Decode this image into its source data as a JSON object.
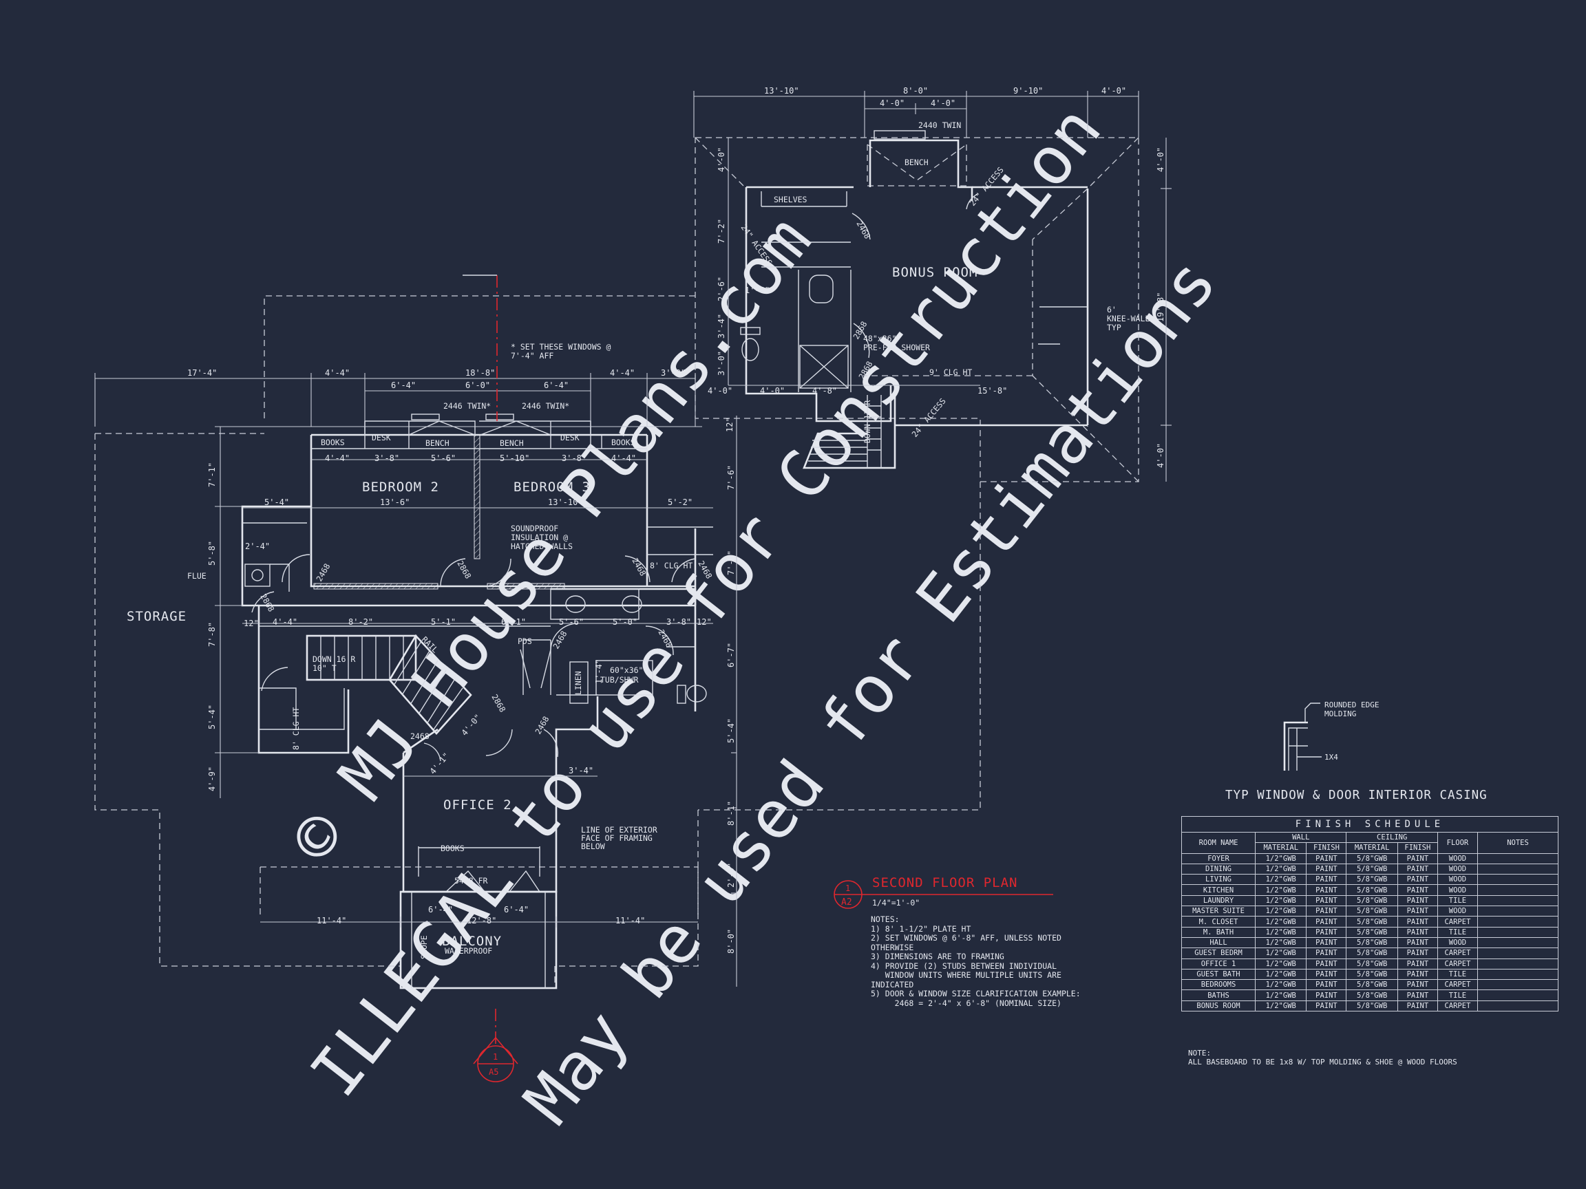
{
  "rooms": {
    "bonus_room": "BONUS ROOM",
    "bedroom2": "BEDROOM 2",
    "bedroom3": "BEDROOM 3",
    "storage": "STORAGE",
    "office2": "OFFICE 2",
    "balcony": "BALCONY",
    "balcony_sub": "WATERPROOF"
  },
  "labels": {
    "shelves": "SHELVES",
    "bench": "BENCH",
    "books": "BOOKS",
    "desk": "DESK",
    "flue": "FLUE",
    "rail": "RAIL",
    "pds": "PDS",
    "linen": "LINEN",
    "slope": "SLOPE",
    "window_note": "* SET THESE WINDOWS @",
    "window_note2": "7'-4\" AFF",
    "twin_2440": "2440 TWIN",
    "twin_2446_a": "2446 TWIN*",
    "twin_2446_b": "2446 TWIN*",
    "soundproof1": "SOUNDPROOF",
    "soundproof2": "INSULATION @",
    "soundproof3": "HATCHED WALLS",
    "shower1": "48\"x36\"",
    "shower2": "PRE-FAB SHOWER",
    "clg9": "9' CLG HT",
    "clg8": "8' CLG HT",
    "clg8b": "8' CLG HT",
    "tub1": "60\"x36\"",
    "tub2": "TUB/SHWR",
    "knee1": "6'",
    "knee2": "KNEE-WALL,",
    "knee3": "TYP",
    "access_a": "24\" ACCESS",
    "access_b": "24\" ACCESS",
    "access_c": "24\" ACCESS",
    "down_a": "DOWN 11 R",
    "down_b": "DOWN 16 R",
    "down_b2": "10\" T",
    "ext1": "LINE OF EXTERIOR",
    "ext2": "FACE OF FRAMING",
    "ext3": "BELOW",
    "fr5468": "5468 FR"
  },
  "doors": [
    "2468",
    "2868",
    "2868",
    "2868",
    "2468",
    "2468",
    "2868",
    "2468",
    "2468",
    "2468",
    "2468",
    "2868",
    "2468"
  ],
  "dims": {
    "top": [
      "13'-10\"",
      "8'-0\"",
      "4'-0\"",
      "4'-0\"",
      "9'-10\"",
      "4'-0\""
    ],
    "mid": [
      "17'-4\"",
      "4'-4\"",
      "18'-8\"",
      "6'-4\"",
      "6'-0\"",
      "6'-4\"",
      "4'-4\"",
      "3'-8\""
    ],
    "row2": [
      "4'-4\"",
      "3'-8\"",
      "5'-6\"",
      "5'-10\"",
      "3'-8\"",
      "4'-4\""
    ],
    "bed": [
      "13'-6\"",
      "13'-10\"",
      "5'-4\"",
      "5'-2\""
    ],
    "hall": [
      "12\"",
      "8'-2\"",
      "5'-1\"",
      "6'-1\"",
      "5'-6\"",
      "5'-0\"",
      "3'-8\"",
      "12\""
    ],
    "left": [
      "7'-1\"",
      "5'-8\"",
      "7'-8\"",
      "5'-4\"",
      "4'-9\""
    ],
    "right": [
      "7'-6\"",
      "7'-6\"",
      "6'-7\"",
      "5'-4\"",
      "8'-1\"",
      "2'-0\"",
      "8'-0\""
    ],
    "bonus_left": [
      "4'-0\"",
      "7'-2\"",
      "2'-6\"",
      "3'-4\"",
      "3'-0\""
    ],
    "bonus_right": [
      "4'-0\"",
      "19'-8\"",
      "4'-0\""
    ],
    "bonus_bottom": [
      "4'-0\"",
      "4'-0\"",
      "4'-8\"",
      "15'-8\""
    ],
    "bottom": [
      "11'-4\"",
      "12'-8\"",
      "11'-4\""
    ],
    "misc": [
      "2'-4\"",
      "1'-4\"",
      "4'-0\"",
      "4'-1\"",
      "3'-4\"",
      "6'-4\"",
      "6'-4\"",
      "4'-4\"",
      "1'-4\"",
      "12\""
    ]
  },
  "plan_title": {
    "number": "1",
    "sheet": "A2",
    "title": "SECOND FLOOR PLAN",
    "scale": "1/4\"=1'-0\""
  },
  "section_marker": {
    "number": "1",
    "sheet": "A5"
  },
  "notes": [
    "NOTES:",
    "1) 8' 1-1/2\" PLATE HT",
    "2) SET WINDOWS @ 6'-8\" AFF, UNLESS NOTED",
    "OTHERWISE",
    "3) DIMENSIONS ARE TO FRAMING",
    "4) PROVIDE (2) STUDS BETWEEN INDIVIDUAL",
    "   WINDOW UNITS WHERE MULTIPLE UNITS ARE",
    "INDICATED",
    "5) DOOR & WINDOW SIZE CLARIFICATION EXAMPLE:",
    "     2468 = 2'-4\" x 6'-8\" (NOMINAL SIZE)"
  ],
  "casing": {
    "title": "TYP WINDOW & DOOR INTERIOR CASING",
    "label1": "ROUNDED EDGE",
    "label2": "MOLDING",
    "label3": "1X4"
  },
  "schedule": {
    "title": "FINISH SCHEDULE",
    "headers": {
      "room_name": "ROOM NAME",
      "wall": "WALL",
      "ceiling": "CEILING",
      "floor": "FLOOR",
      "notes": "NOTES",
      "material": "MATERIAL",
      "finish": "FINISH"
    },
    "rows": [
      [
        "FOYER",
        "1/2\"GWB",
        "PAINT",
        "5/8\"GWB",
        "PAINT",
        "WOOD"
      ],
      [
        "DINING",
        "1/2\"GWB",
        "PAINT",
        "5/8\"GWB",
        "PAINT",
        "WOOD"
      ],
      [
        "LIVING",
        "1/2\"GWB",
        "PAINT",
        "5/8\"GWB",
        "PAINT",
        "WOOD"
      ],
      [
        "KITCHEN",
        "1/2\"GWB",
        "PAINT",
        "5/8\"GWB",
        "PAINT",
        "WOOD"
      ],
      [
        "LAUNDRY",
        "1/2\"GWB",
        "PAINT",
        "5/8\"GWB",
        "PAINT",
        "TILE"
      ],
      [
        "MASTER SUITE",
        "1/2\"GWB",
        "PAINT",
        "5/8\"GWB",
        "PAINT",
        "WOOD"
      ],
      [
        "M. CLOSET",
        "1/2\"GWB",
        "PAINT",
        "5/8\"GWB",
        "PAINT",
        "CARPET"
      ],
      [
        "M. BATH",
        "1/2\"GWB",
        "PAINT",
        "5/8\"GWB",
        "PAINT",
        "TILE"
      ],
      [
        "HALL",
        "1/2\"GWB",
        "PAINT",
        "5/8\"GWB",
        "PAINT",
        "WOOD"
      ],
      [
        "GUEST BEDRM",
        "1/2\"GWB",
        "PAINT",
        "5/8\"GWB",
        "PAINT",
        "CARPET"
      ],
      [
        "OFFICE 1",
        "1/2\"GWB",
        "PAINT",
        "5/8\"GWB",
        "PAINT",
        "CARPET"
      ],
      [
        "GUEST BATH",
        "1/2\"GWB",
        "PAINT",
        "5/8\"GWB",
        "PAINT",
        "TILE"
      ],
      [
        "BEDROOMS",
        "1/2\"GWB",
        "PAINT",
        "5/8\"GWB",
        "PAINT",
        "CARPET"
      ],
      [
        "BATHS",
        "1/2\"GWB",
        "PAINT",
        "5/8\"GWB",
        "PAINT",
        "TILE"
      ],
      [
        "BONUS ROOM",
        "1/2\"GWB",
        "PAINT",
        "5/8\"GWB",
        "PAINT",
        "CARPET"
      ]
    ],
    "note1": "NOTE:",
    "note2": "ALL BASEBOARD TO BE 1x8 W/ TOP MOLDING & SHOE @ WOOD FLOORS"
  },
  "watermark": {
    "line1": "© MJ House Plans.com",
    "line2": "ILLEGAL to use for Construction",
    "line3": "May be used for Estimations"
  },
  "colors": {
    "background": "#232a3c",
    "lines": "#e4e7ee",
    "accent": "#e0272e"
  }
}
